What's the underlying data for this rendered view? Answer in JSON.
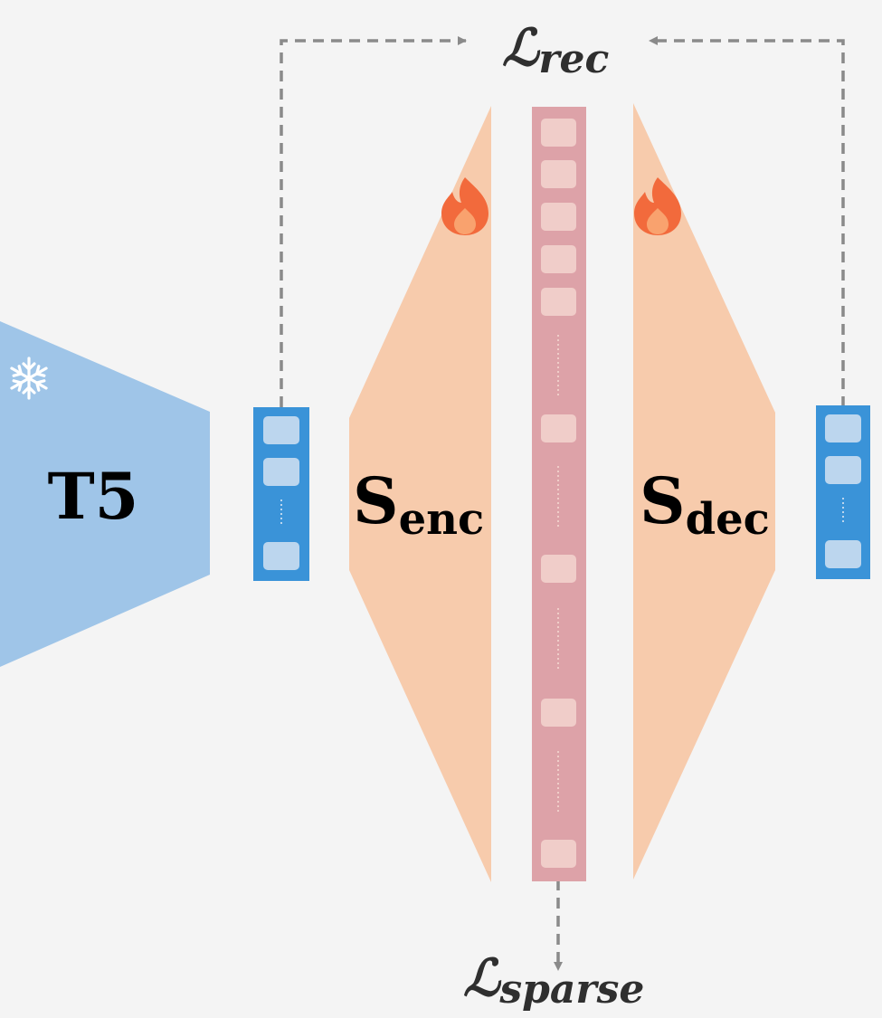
{
  "diagram": {
    "t5_label": "T5",
    "encoder": {
      "symbol": "S",
      "subscript": "enc"
    },
    "decoder": {
      "symbol": "S",
      "subscript": "dec"
    },
    "loss_rec": {
      "symbol": "ℒ",
      "subscript": "rec"
    },
    "loss_sparse": {
      "symbol": "ℒ",
      "subscript": "sparse"
    },
    "icons": {
      "frozen": "snowflake-icon",
      "trainable": "flame-icon"
    },
    "colors": {
      "background": "#f4f4f4",
      "t5_block": "#9fc5e8",
      "embedding_column": "#3a93d8",
      "embedding_cell": "#bcd6ee",
      "encoder_decoder": "#f7cbac",
      "sparse_column": "#dda2a8",
      "sparse_cell": "#f0cdc9",
      "arrow": "#8a8a8a",
      "flame": "#f26a3c"
    }
  }
}
